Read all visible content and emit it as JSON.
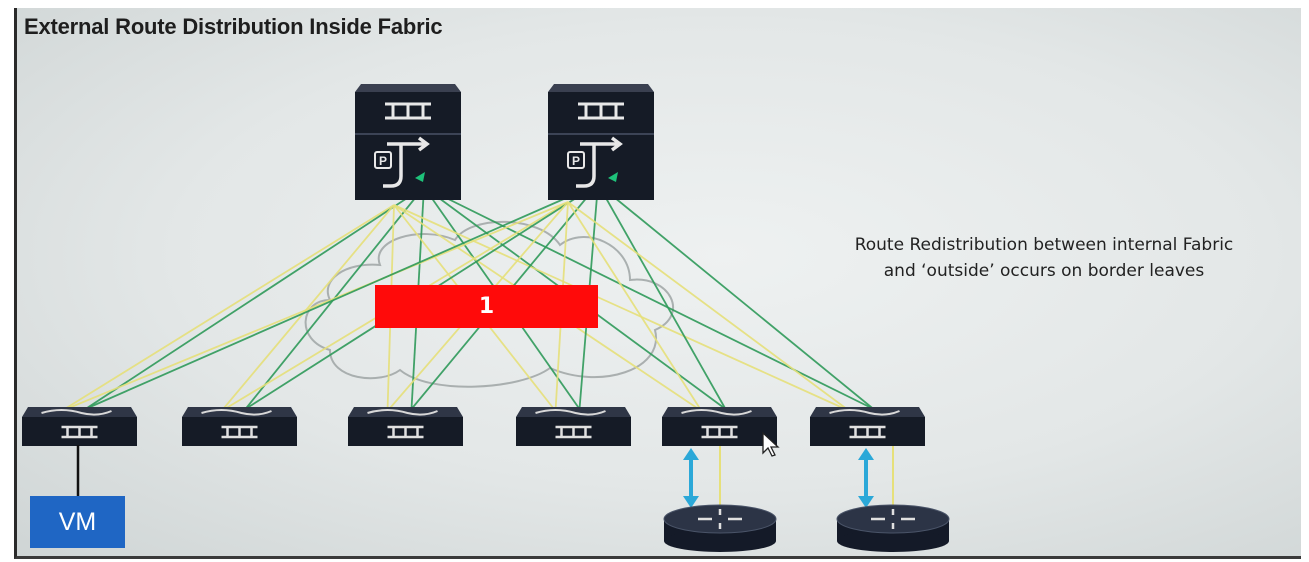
{
  "title": "External Route Distribution Inside Fabric",
  "note": {
    "line1": "Route Redistribution between internal Fabric",
    "line2": "and ‘outside’ occurs on border leaves"
  },
  "label_box": "1",
  "vm_label": "VM",
  "colors": {
    "green_link": "#2f9a5a",
    "yellow_link": "#e6e07a",
    "device": "#151b26",
    "highlight": "#ff0a0a",
    "vm": "#1f66c4",
    "arrow": "#2ba8d8"
  },
  "icons": {
    "spine": "spine-switch-icon",
    "leaf": "leaf-switch-icon",
    "router": "router-icon",
    "cloud": "fabric-cloud-icon",
    "cursor": "mouse-cursor-icon"
  }
}
